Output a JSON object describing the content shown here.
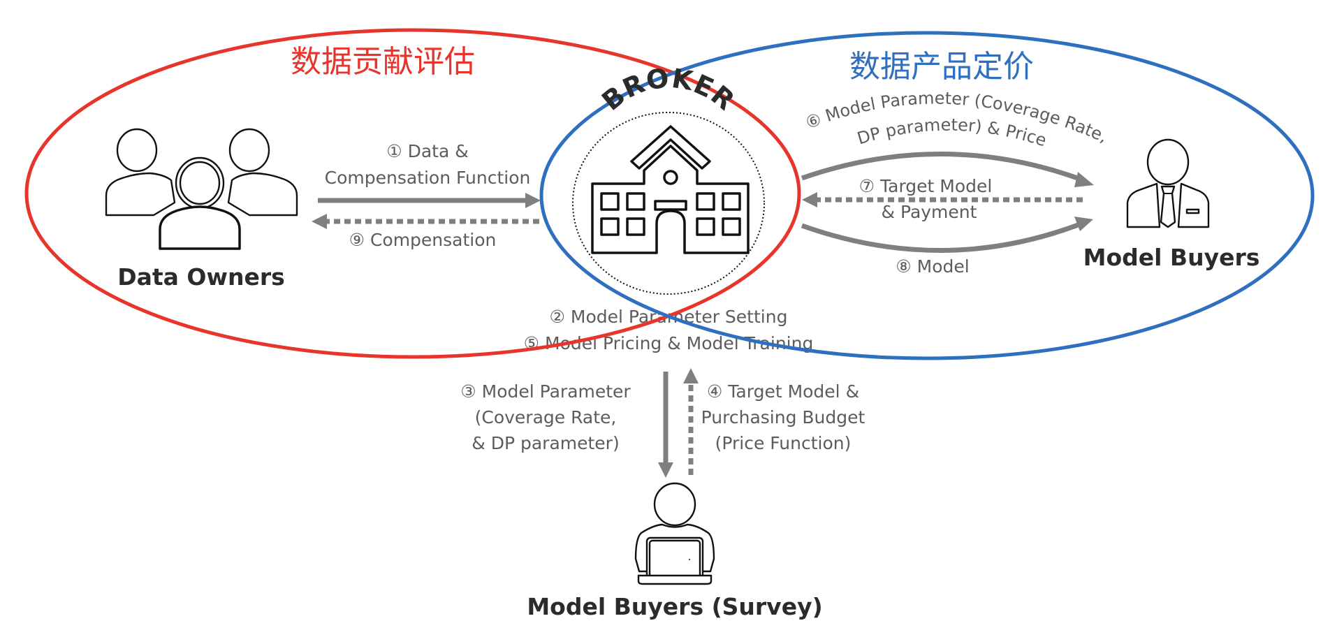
{
  "colors": {
    "contribution_region": "#e8352b",
    "pricing_region": "#2f6fbf",
    "arrow": "#7f7f7f",
    "label_text": "#5c5c5c",
    "actor_text": "#2b2b2b"
  },
  "regions": {
    "contribution_title": "数据贡献评估",
    "pricing_title": "数据产品定价"
  },
  "actors": {
    "broker": "BROKER",
    "data_owners": "Data Owners",
    "model_buyers": "Model Buyers",
    "model_buyers_survey": "Model Buyers (Survey)"
  },
  "icons": {
    "data_owners": "people-group-icon",
    "broker": "building-icon",
    "model_buyers": "businessman-icon",
    "survey": "person-laptop-icon"
  },
  "flows": {
    "step1": {
      "lines": [
        "① Data &",
        "Compensation Function"
      ],
      "style": "solid",
      "direction": "data-owners-to-broker"
    },
    "step9": {
      "lines": [
        "⑨ Compensation"
      ],
      "style": "dashed",
      "direction": "broker-to-data-owners"
    },
    "step2_5": {
      "lines": [
        "② Model Parameter Setting",
        "⑤ Model Pricing & Model Training"
      ]
    },
    "step3": {
      "lines": [
        "③ Model Parameter",
        "(Coverage Rate,",
        "& DP parameter)"
      ],
      "style": "solid",
      "direction": "broker-to-survey"
    },
    "step4": {
      "lines": [
        "④ Target Model &",
        "Purchasing Budget",
        "(Price Function)"
      ],
      "style": "dashed",
      "direction": "survey-to-broker"
    },
    "step6": {
      "lines": [
        "⑥ Model Parameter (Coverage Rate,",
        "DP parameter) & Price"
      ],
      "style": "solid-curved",
      "direction": "broker-to-model-buyers"
    },
    "step7": {
      "lines": [
        "⑦ Target Model",
        "& Payment"
      ],
      "style": "dashed",
      "direction": "model-buyers-to-broker"
    },
    "step8": {
      "lines": [
        "⑧ Model"
      ],
      "style": "solid-curved",
      "direction": "broker-to-model-buyers"
    }
  }
}
